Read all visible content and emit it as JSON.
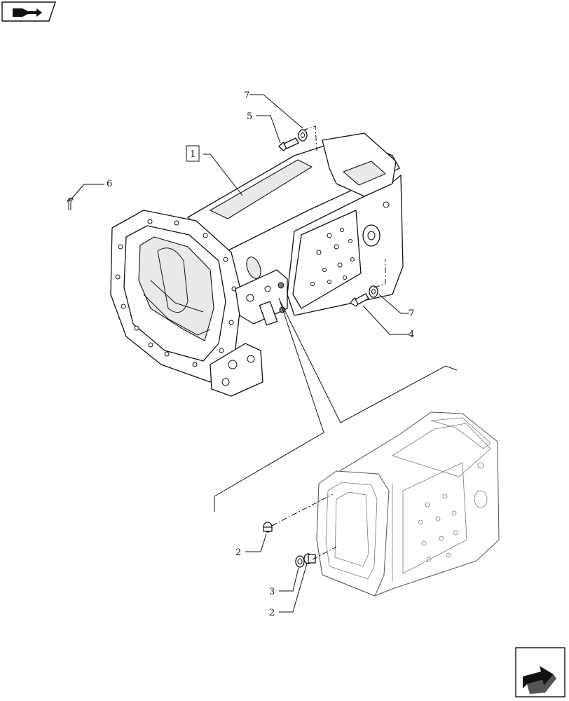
{
  "callouts": {
    "c1": "1",
    "c2a": "2",
    "c2b": "2",
    "c3": "3",
    "c4": "4",
    "c5": "5",
    "c6": "6",
    "c7a": "7",
    "c7b": "7"
  },
  "icons": {
    "top_left": "book-arrow-icon",
    "bottom_right": "next-page-arrow-icon"
  }
}
